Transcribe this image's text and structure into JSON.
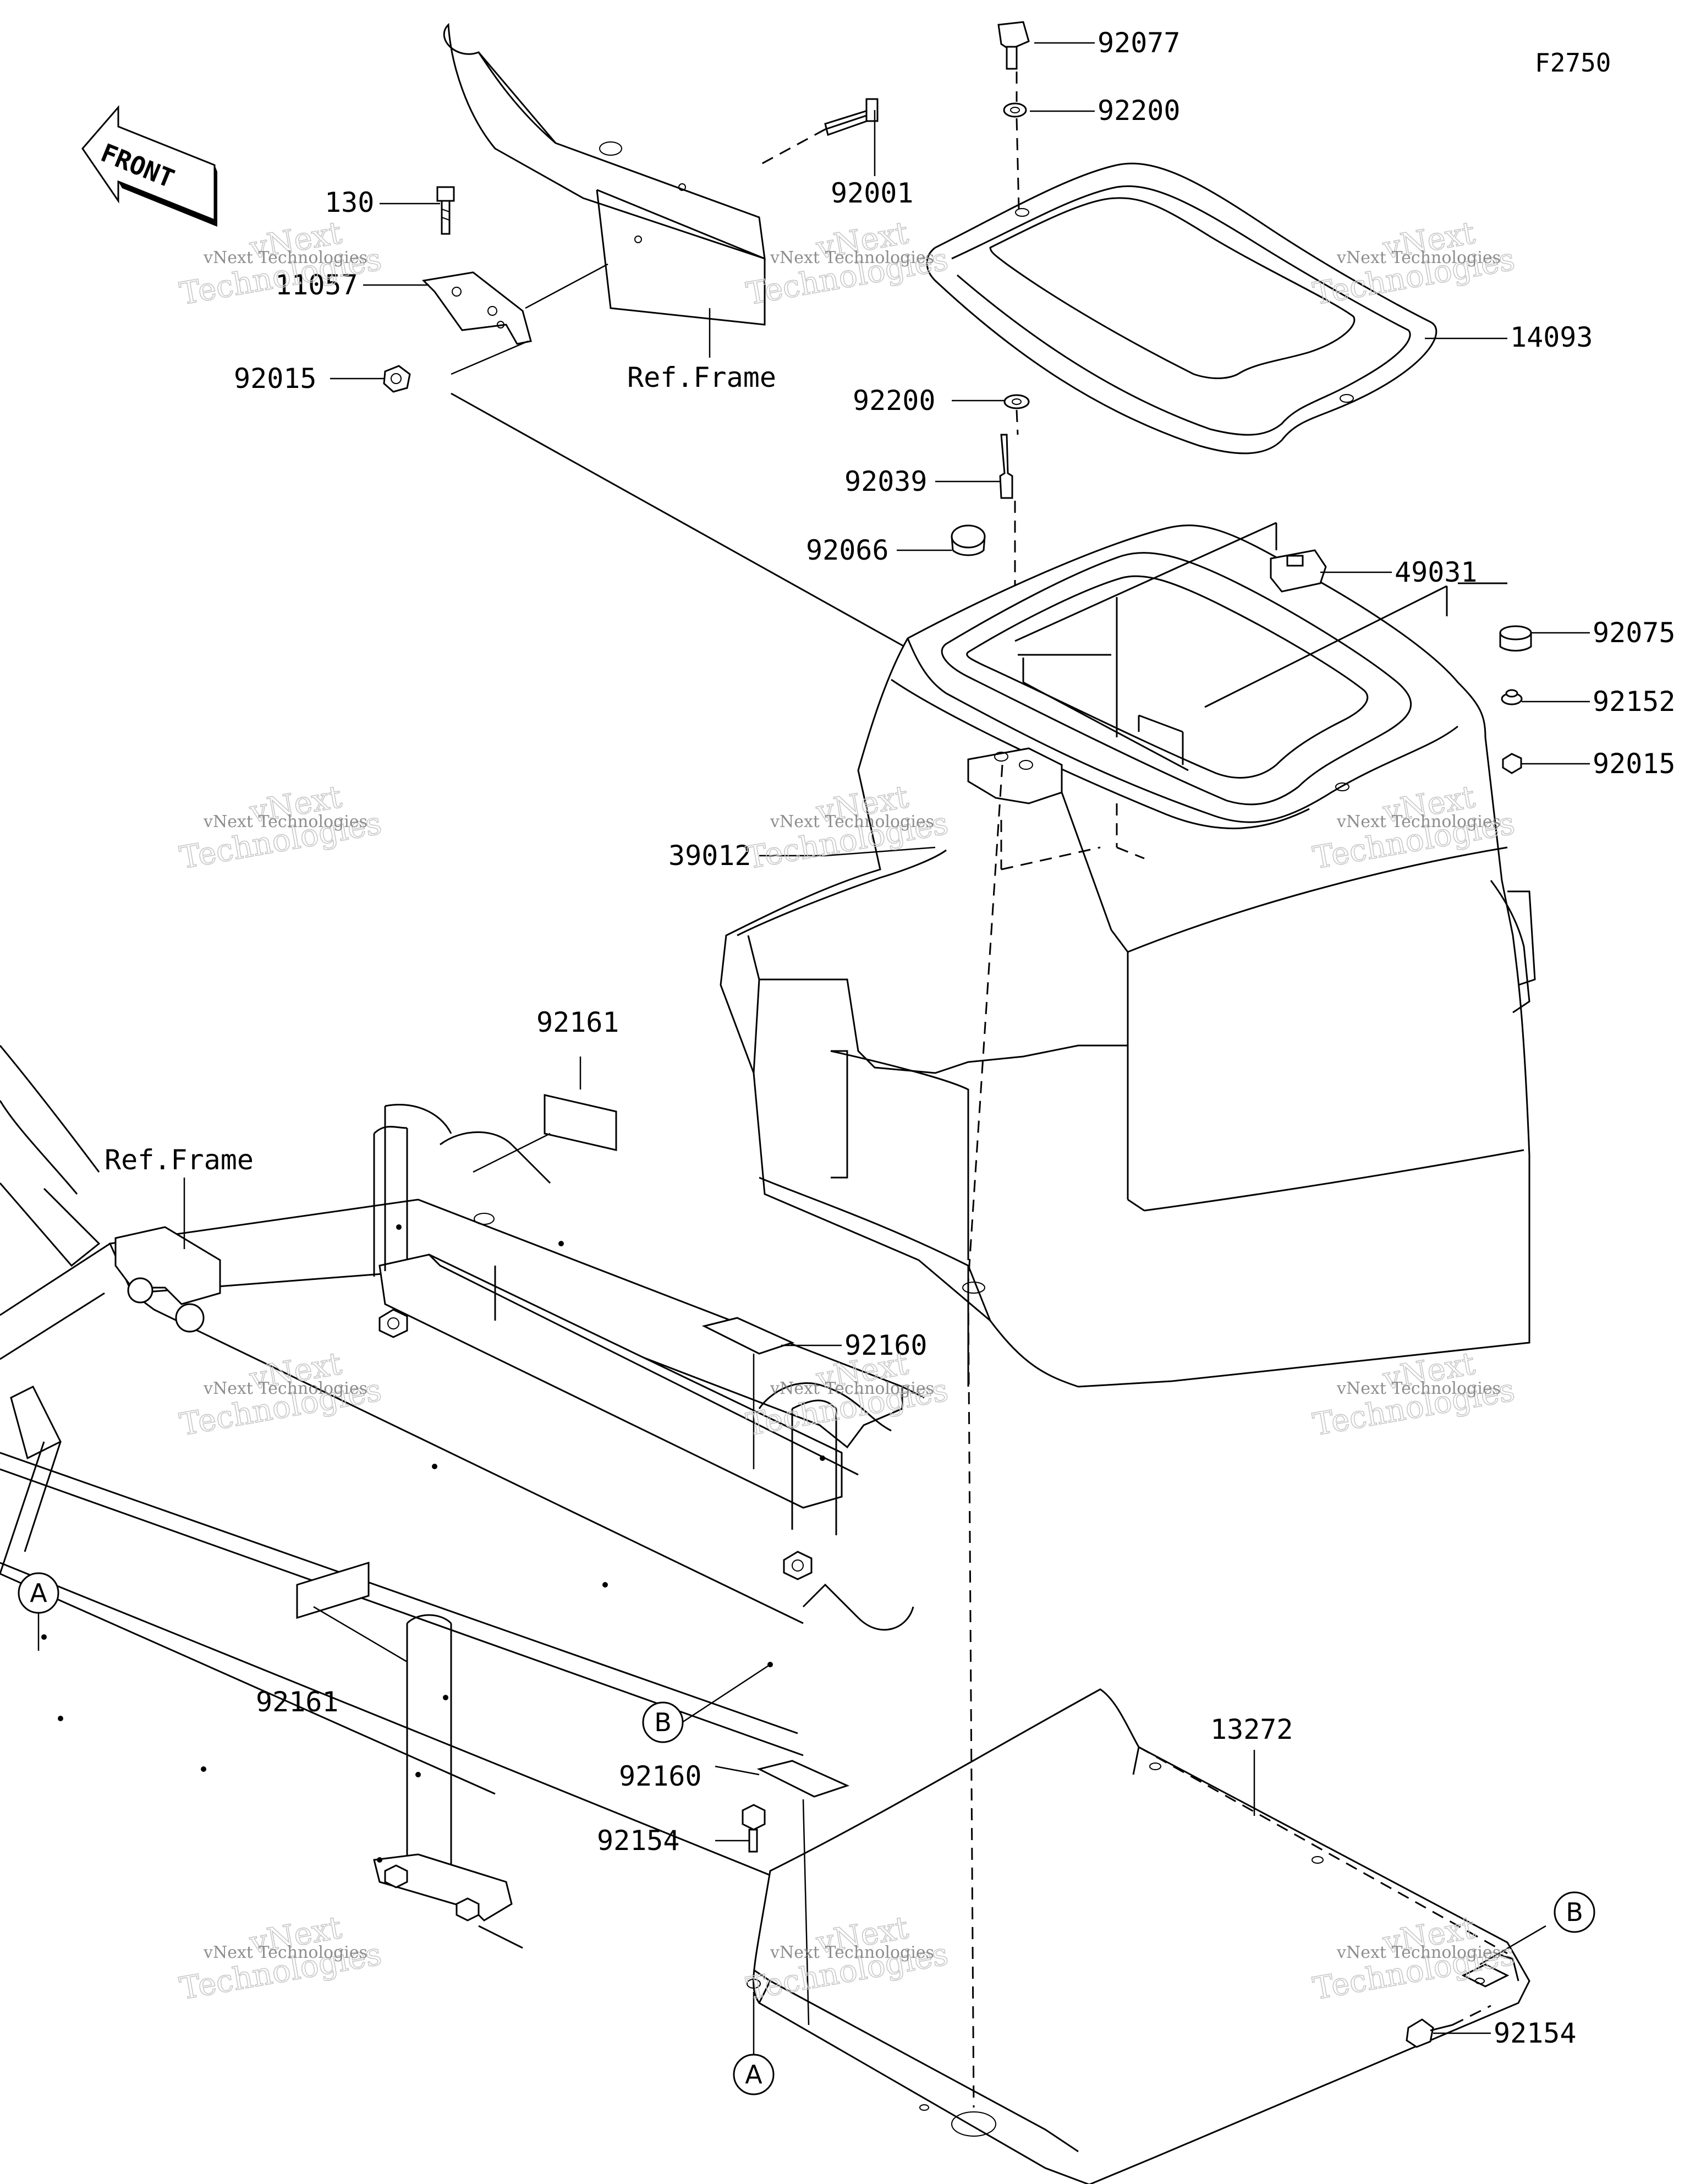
{
  "figure_code": "F2750",
  "front_label": "FRONT",
  "watermark": {
    "line1": "vNext Technologies",
    "line2": "vNext",
    "line3": "Technologies"
  },
  "parts": {
    "p92077": "92077",
    "p92200a": "92200",
    "p92001": "92001",
    "p130": "130",
    "p11057": "11057",
    "p92015a": "92015",
    "refframe_top": "Ref.Frame",
    "p14093": "14093",
    "p92200b": "92200",
    "p92039": "92039",
    "p92066": "92066",
    "p49031": "49031",
    "p92075": "92075",
    "p92152": "92152",
    "p92015b": "92015",
    "p39012": "39012",
    "p92161a": "92161",
    "refframe_left": "Ref.Frame",
    "p92160a": "92160",
    "p92161b": "92161",
    "p13272": "13272",
    "p92160b": "92160",
    "p92154a": "92154",
    "p92154b": "92154"
  },
  "callouts": {
    "A_left": "A",
    "B_left": "B",
    "B_right": "B",
    "A_bottom": "A"
  }
}
